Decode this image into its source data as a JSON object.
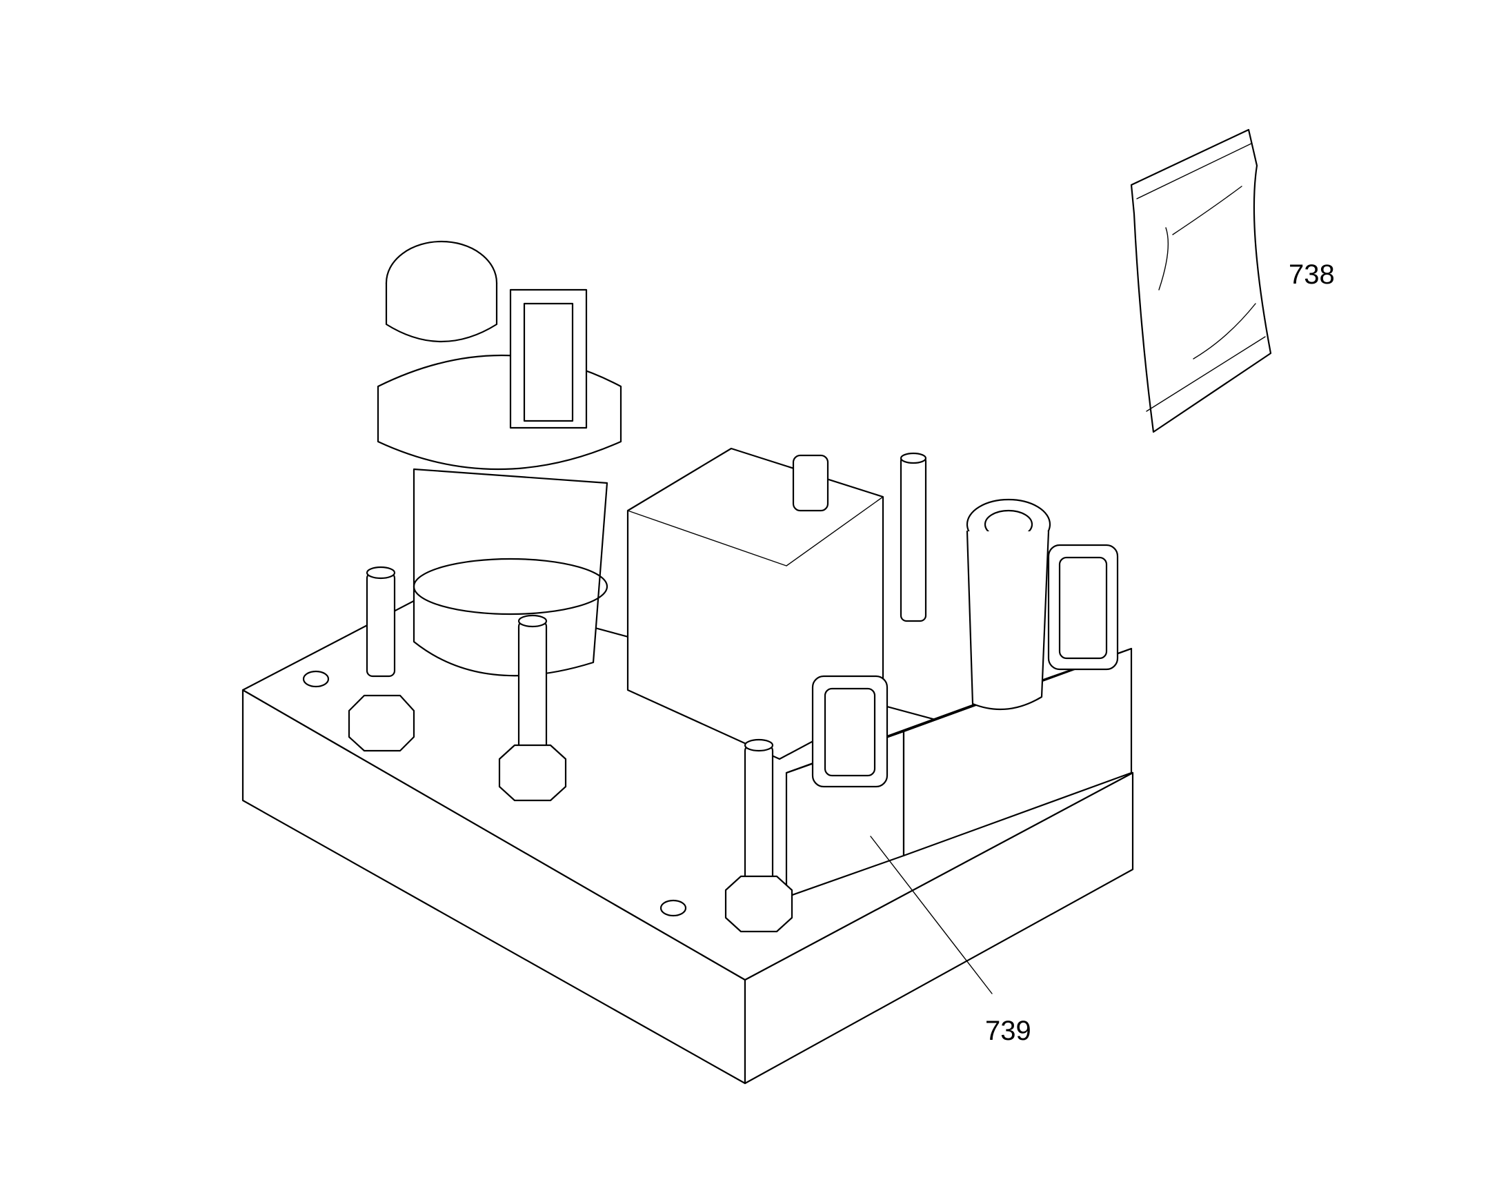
{
  "figure": {
    "labels": [
      {
        "key": "bag",
        "text": "738"
      },
      {
        "key": "assembly",
        "text": "739"
      }
    ],
    "colors": {
      "line": "#000000",
      "background": "#ffffff"
    }
  }
}
